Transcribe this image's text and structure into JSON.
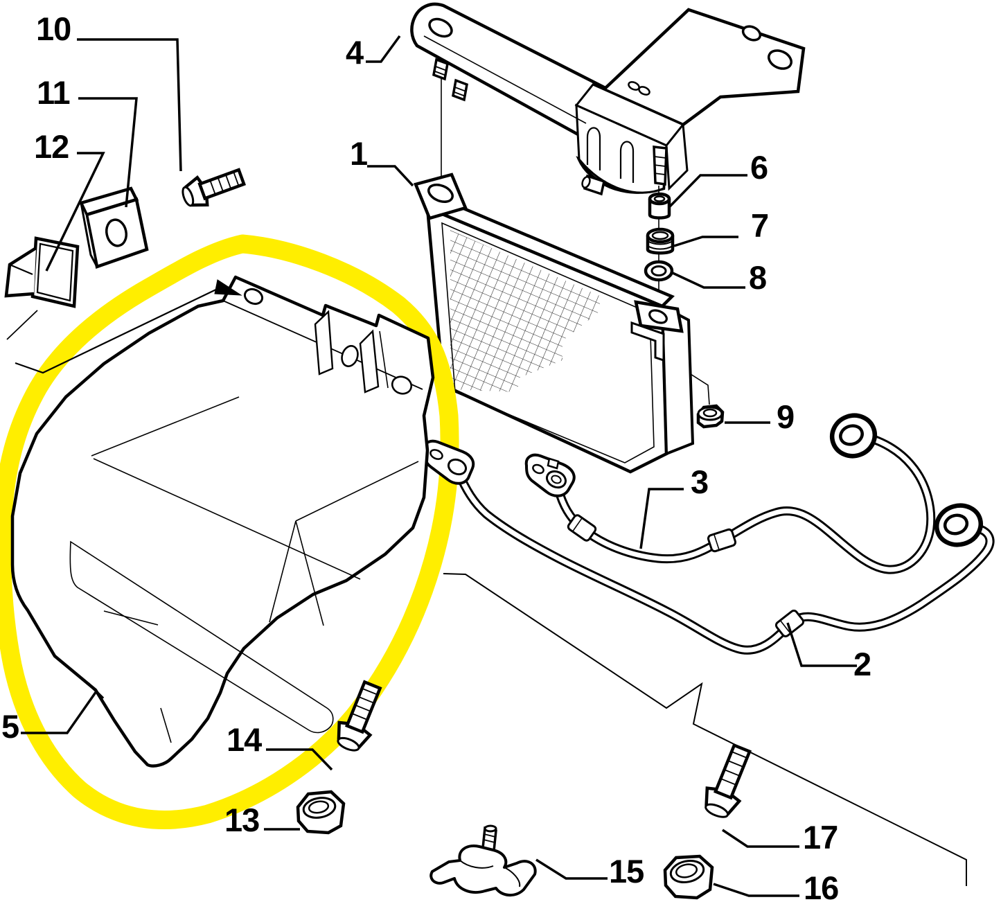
{
  "diagram": {
    "kind": "exploded-parts-diagram",
    "background_color": "#ffffff",
    "line_color": "#000000",
    "highlight_color": "#ffee00",
    "highlighted_callout": "5",
    "callouts": [
      {
        "label": "1"
      },
      {
        "label": "2"
      },
      {
        "label": "3"
      },
      {
        "label": "4"
      },
      {
        "label": "5"
      },
      {
        "label": "6"
      },
      {
        "label": "7"
      },
      {
        "label": "8"
      },
      {
        "label": "9"
      },
      {
        "label": "10"
      },
      {
        "label": "11"
      },
      {
        "label": "12"
      },
      {
        "label": "13"
      },
      {
        "label": "14"
      },
      {
        "label": "15"
      },
      {
        "label": "16"
      },
      {
        "label": "17"
      }
    ]
  }
}
